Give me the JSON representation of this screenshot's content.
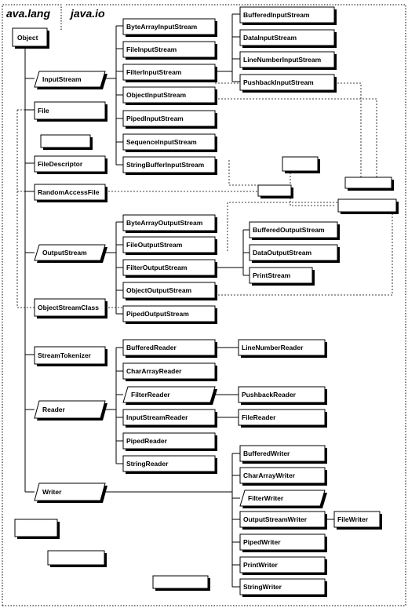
{
  "packages": {
    "java_lang": "ava.lang",
    "java_io": "java.io"
  },
  "root": "Object",
  "col1": [
    "InputStream",
    "File",
    "FileDescriptor",
    "RandomAccessFile",
    "OutputStream",
    "ObjectStreamClass",
    "StreamTokenizer",
    "Reader",
    "Writer"
  ],
  "input_streams": [
    "ByteArrayInputStream",
    "FileInputStream",
    "FilterInputStream",
    "ObjectInputStream",
    "PipedInputStream",
    "SequenceInputStream",
    "StringBufferInputStream"
  ],
  "filter_input_streams": [
    "BufferedInputStream",
    "DataInputStream",
    "LineNumberInputStream",
    "PushbackInputStream"
  ],
  "output_streams": [
    "ByteArrayOutputStream",
    "FileOutputStream",
    "FilterOutputStream",
    "ObjectOutputStream",
    "PipedOutputStream"
  ],
  "filter_output_streams": [
    "BufferedOutputStream",
    "DataOutputStream",
    "PrintStream"
  ],
  "readers": [
    "BufferedReader",
    "CharArrayReader",
    "FilterReader",
    "InputStreamReader",
    "PipedReader",
    "StringReader"
  ],
  "reader_subclasses": {
    "line_number_reader": "LineNumberReader",
    "pushback_reader": "PushbackReader",
    "file_reader": "FileReader"
  },
  "writers": [
    "BufferedWriter",
    "CharArrayWriter",
    "FilterWriter",
    "OutputStreamWriter",
    "PipedWriter",
    "PrintWriter",
    "StringWriter"
  ],
  "writer_subclasses": {
    "file_writer": "FileWriter"
  }
}
